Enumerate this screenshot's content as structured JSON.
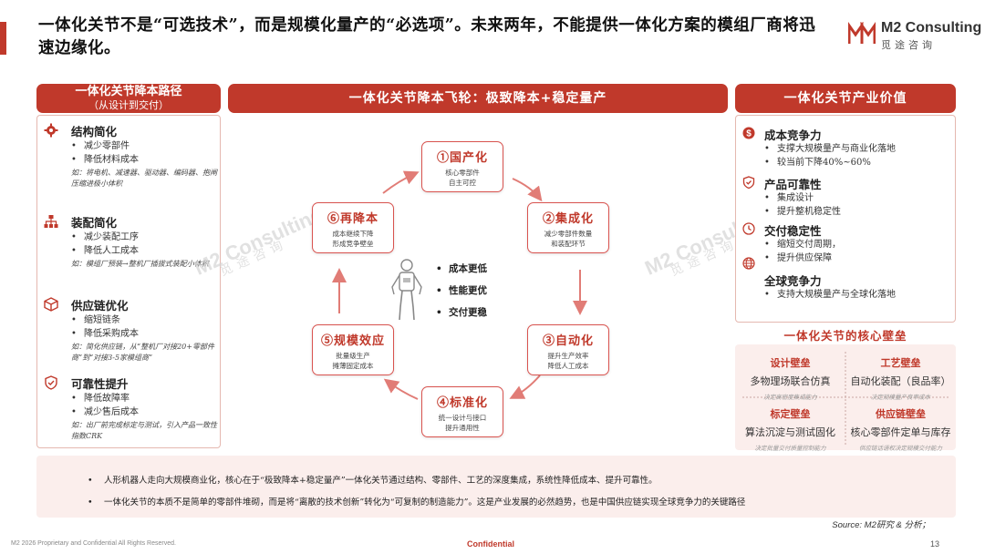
{
  "header": {
    "title": "一体化关节不是“可选技术”，而是规模化量产的“必选项”。未来两年，不能提供一体化方案的模组厂商将迅速边缘化。",
    "logo_name": "M2 Consulting",
    "logo_sub": "觅途咨询"
  },
  "left_panel": {
    "title": "一体化关节降本路径",
    "subtitle": "（从设计到交付）",
    "sections": [
      {
        "heading": "结构简化",
        "icon": "gear-icon",
        "items": [
          "减少零部件",
          "降低材料成本"
        ],
        "note": "如：将电机、减速器、驱动器、编码器、抱闸压缩进极小体积"
      },
      {
        "heading": "装配简化",
        "icon": "hierarchy-icon",
        "items": [
          "减少装配工序",
          "降低人工成本"
        ],
        "note": "如：模组厂预装→整机厂插拔式装配小体积"
      },
      {
        "heading": "供应链优化",
        "icon": "box-icon",
        "items": [
          "缩短链条",
          "降低采购成本"
        ],
        "note": "如：简化供应链，从“整机厂对接20+零部件商”到“对接3-5家模组商”"
      },
      {
        "heading": "可靠性提升",
        "icon": "shield-check-icon",
        "items": [
          "降低故障率",
          "减少售后成本"
        ],
        "note": "如：出厂前完成标定与测试，引入产品一致性指数CRK"
      }
    ]
  },
  "middle": {
    "title": "一体化关节降本飞轮：极致降本+稳定量产",
    "nodes": [
      {
        "title": "①国产化",
        "desc": "核心零部件\n自主可控"
      },
      {
        "title": "②集成化",
        "desc": "减少零部件数量\n和装配环节"
      },
      {
        "title": "③自动化",
        "desc": "提升生产效率\n降低人工成本"
      },
      {
        "title": "④标准化",
        "desc": "统一设计与接口\n提升通用性"
      },
      {
        "title": "⑤规模效应",
        "desc": "批量级生产\n摊薄固定成本"
      },
      {
        "title": "⑥再降本",
        "desc": "成本继续下降\n形成竞争壁垒"
      }
    ],
    "center_points": [
      "成本更低",
      "性能更优",
      "交付更稳"
    ],
    "watermark": "M2 Consulting",
    "watermark_sub": "觅途咨询"
  },
  "right_panel": {
    "title": "一体化关节产业价值",
    "sections": [
      {
        "heading": "成本竞争力",
        "icon": "dollar-icon",
        "items": [
          "支撑大规模量产与商业化落地",
          "较当前下降40%~60%"
        ]
      },
      {
        "heading": "产品可靠性",
        "icon": "shield-check-icon",
        "items": [
          "集成设计",
          "提升整机稳定性"
        ]
      },
      {
        "heading": "交付稳定性",
        "icon": "clock-icon",
        "items": [
          "缩短交付周期，",
          "提升供应保障"
        ]
      },
      {
        "heading": "全球竞争力",
        "icon": "globe-icon",
        "items": [
          "支持大规模量产与全球化落地"
        ]
      }
    ],
    "core_title": "一体化关节的核心壁垒",
    "quadrants": [
      {
        "title": "设计壁垒",
        "desc": "多物理场联合仿真",
        "note": "决定高密度集成能力"
      },
      {
        "title": "工艺壁垒",
        "desc": "自动化装配（良品率）",
        "note": "决定规模量产良率成本"
      },
      {
        "title": "标定壁垒",
        "desc": "算法沉淀与测试固化",
        "note": "决定批量交付质量控制能力"
      },
      {
        "title": "供应链壁垒",
        "desc": "核心零部件定单与库存",
        "note": "供应链话语权决定规模交付能力"
      }
    ]
  },
  "summary": [
    "人形机器人走向大规模商业化，核心在于“极致降本+稳定量产”一体化关节通过结构、零部件、工艺的深度集成，系统性降低成本、提升可靠性。",
    "一体化关节的本质不是简单的零部件堆砌，而是将“离散的技术创新”转化为“可复制的制造能力”。这是产业发展的必然趋势，也是中国供应链实现全球竞争力的关键路径"
  ],
  "source": "Source: M2研究 & 分析；",
  "footer": {
    "left": "M2  2026 Proprietary and Confidential All Rights Reserved.",
    "mid": "Confidential",
    "page": "13"
  },
  "colors": {
    "accent": "#c0392b",
    "panel_bg": "#fbeeec",
    "border": "#e5b8b0"
  }
}
